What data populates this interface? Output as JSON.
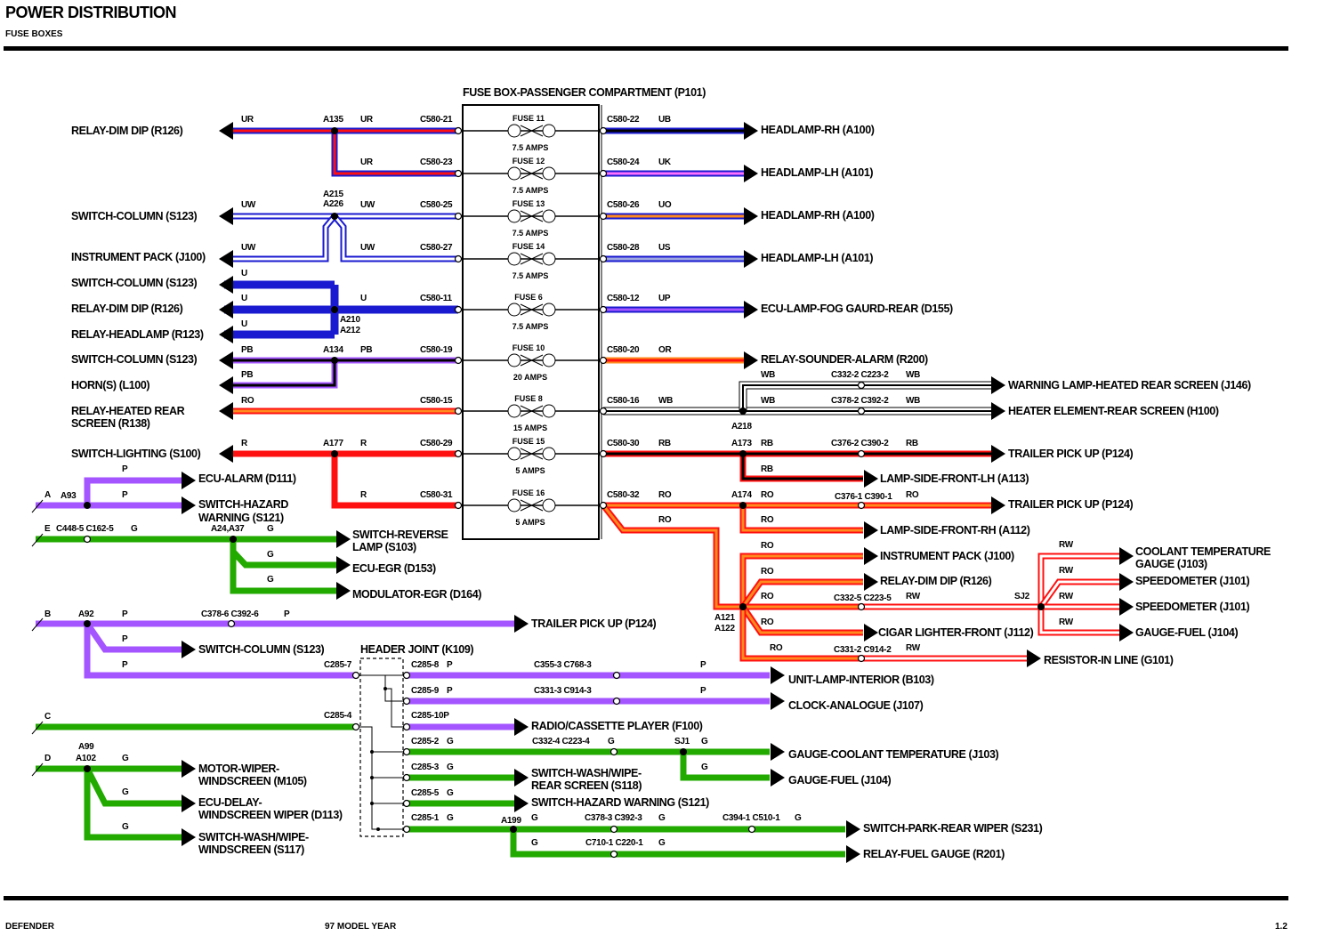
{
  "header": {
    "title": "POWER DISTRIBUTION",
    "subtitle": "FUSE BOXES"
  },
  "footer": {
    "model": "DEFENDER",
    "year": "97 MODEL YEAR",
    "page": "1.2"
  },
  "fusebox": {
    "title": "FUSE BOX-PASSENGER COMPARTMENT (P101)",
    "fuses": [
      {
        "name": "FUSE 11",
        "amps": "7.5 AMPS"
      },
      {
        "name": "FUSE 12",
        "amps": "7.5 AMPS"
      },
      {
        "name": "FUSE 13",
        "amps": "7.5 AMPS"
      },
      {
        "name": "FUSE 14",
        "amps": "7.5 AMPS"
      },
      {
        "name": "FUSE 6",
        "amps": "7.5 AMPS"
      },
      {
        "name": "FUSE 10",
        "amps": "20 AMPS"
      },
      {
        "name": "FUSE 8",
        "amps": "15 AMPS"
      },
      {
        "name": "FUSE 15",
        "amps": "5 AMPS"
      },
      {
        "name": "FUSE 16",
        "amps": "5 AMPS"
      }
    ]
  },
  "components": [
    "RELAY-DIM DIP (R126)",
    "SWITCH-COLUMN (S123)",
    "INSTRUMENT PACK (J100)",
    "SWITCH-COLUMN (S123)",
    "RELAY-DIM DIP (R126)",
    "RELAY-HEADLAMP (R123)",
    "SWITCH-COLUMN (S123)",
    "HORN(S) (L100)",
    "RELAY-HEATED REAR",
    "SCREEN (R138)",
    "SWITCH-LIGHTING (S100)",
    "ECU-ALARM (D111)",
    "SWITCH-HAZARD",
    "WARNING (S121)",
    "SWITCH-REVERSE",
    "LAMP (S103)",
    "ECU-EGR (D153)",
    "MODULATOR-EGR (D164)",
    "TRAILER PICK UP (P124)",
    "SWITCH-COLUMN (S123)",
    "HEADER JOINT (K109)",
    "MOTOR-WIPER-",
    "WINDSCREEN (M105)",
    "ECU-DELAY-",
    "WINDSCREEN WIPER (D113)",
    "SWITCH-WASH/WIPE-",
    "WINDSCREEN (S117)",
    "HEADLAMP-RH (A100)",
    "HEADLAMP-LH (A101)",
    "HEADLAMP-RH (A100)",
    "HEADLAMP-LH (A101)",
    "ECU-LAMP-FOG GAURD-REAR (D155)",
    "RELAY-SOUNDER-ALARM (R200)",
    "WARNING LAMP-HEATED REAR SCREEN (J146)",
    "HEATER ELEMENT-REAR SCREEN (H100)",
    "TRAILER PICK UP (P124)",
    "LAMP-SIDE-FRONT-LH (A113)",
    "TRAILER PICK UP (P124)",
    "LAMP-SIDE-FRONT-RH (A112)",
    "INSTRUMENT PACK (J100)",
    "RELAY-DIM DIP (R126)",
    "CIGAR LIGHTER-FRONT (J112)",
    "RESISTOR-IN LINE (G101)",
    "COOLANT TEMPERATURE",
    "GAUGE (J103)",
    "SPEEDOMETER (J101)",
    "SPEEDOMETER (J101)",
    "GAUGE-FUEL (J104)",
    "UNIT-LAMP-INTERIOR (B103)",
    "CLOCK-ANALOGUE (J107)",
    "RADIO/CASSETTE PLAYER (F100)",
    "GAUGE-COOLANT TEMPERATURE (J103)",
    "GAUGE-FUEL (J104)",
    "SWITCH-WASH/WIPE-",
    "REAR SCREEN (S118)",
    "SWITCH-HAZARD WARNING (S121)",
    "SWITCH-PARK-REAR WIPER (S231)",
    "RELAY-FUEL GAUGE (R201)"
  ],
  "labels": [
    "UR",
    "A135",
    "UR",
    "C580-21",
    "UR",
    "C580-23",
    "A215",
    "A226",
    "UW",
    "UW",
    "C580-25",
    "UW",
    "UW",
    "C580-27",
    "U",
    "U",
    "U",
    "C580-11",
    "U",
    "A210",
    "A212",
    "PB",
    "A134",
    "PB",
    "C580-19",
    "PB",
    "RO",
    "C580-15",
    "R",
    "A177",
    "R",
    "C580-29",
    "R",
    "C580-31",
    "C580-22",
    "UB",
    "C580-24",
    "UK",
    "C580-26",
    "UO",
    "C580-28",
    "US",
    "C580-12",
    "UP",
    "C580-20",
    "OR",
    "C580-16",
    "WB",
    "WB",
    "C332-2 C223-2",
    "WB",
    "WB",
    "C378-2 C392-2",
    "WB",
    "A218",
    "C580-30",
    "RB",
    "A173",
    "RB",
    "C376-2 C390-2",
    "RB",
    "RB",
    "C580-32",
    "RO",
    "A174",
    "RO",
    "C376-1 C390-1",
    "RO",
    "RO",
    "RO",
    "RO",
    "RO",
    "RO",
    "C332-5 C223-5",
    "RW",
    "SJ2",
    "A121",
    "A122",
    "RO",
    "RO",
    "C331-2 C914-2",
    "RW",
    "RW",
    "RW",
    "RW",
    "RW",
    "P",
    "A",
    "A93",
    "P",
    "E",
    "C448-5 C162-5",
    "G",
    "A24,A37",
    "G",
    "G",
    "G",
    "B",
    "A92",
    "P",
    "C378-6 C392-6",
    "P",
    "P",
    "P",
    "C285-7",
    "C285-8",
    "P",
    "C355-3 C768-3",
    "P",
    "C285-9",
    "P",
    "C331-3 C914-3",
    "P",
    "C285-10P",
    "C",
    "C285-4",
    "C285-2",
    "G",
    "C332-4 C223-4",
    "G",
    "SJ1",
    "G",
    "G",
    "C285-3",
    "G",
    "C285-5",
    "G",
    "C285-1",
    "G",
    "A199",
    "G",
    "C378-3 C392-3",
    "G",
    "C394-1 C510-1",
    "G",
    "G",
    "C710-1 C220-1",
    "G",
    "D",
    "A99",
    "A102",
    "G",
    "G",
    "G"
  ],
  "wire_colors": {
    "U": "#1a1ad0",
    "R": "#ff1010",
    "B": "#000000",
    "W": "#ffffff",
    "P": "#a455ff",
    "G": "#22aa00",
    "O": "#ff8a1e",
    "K": "#ff70ff",
    "S": "#a0a8e0",
    "line": "#000000"
  }
}
